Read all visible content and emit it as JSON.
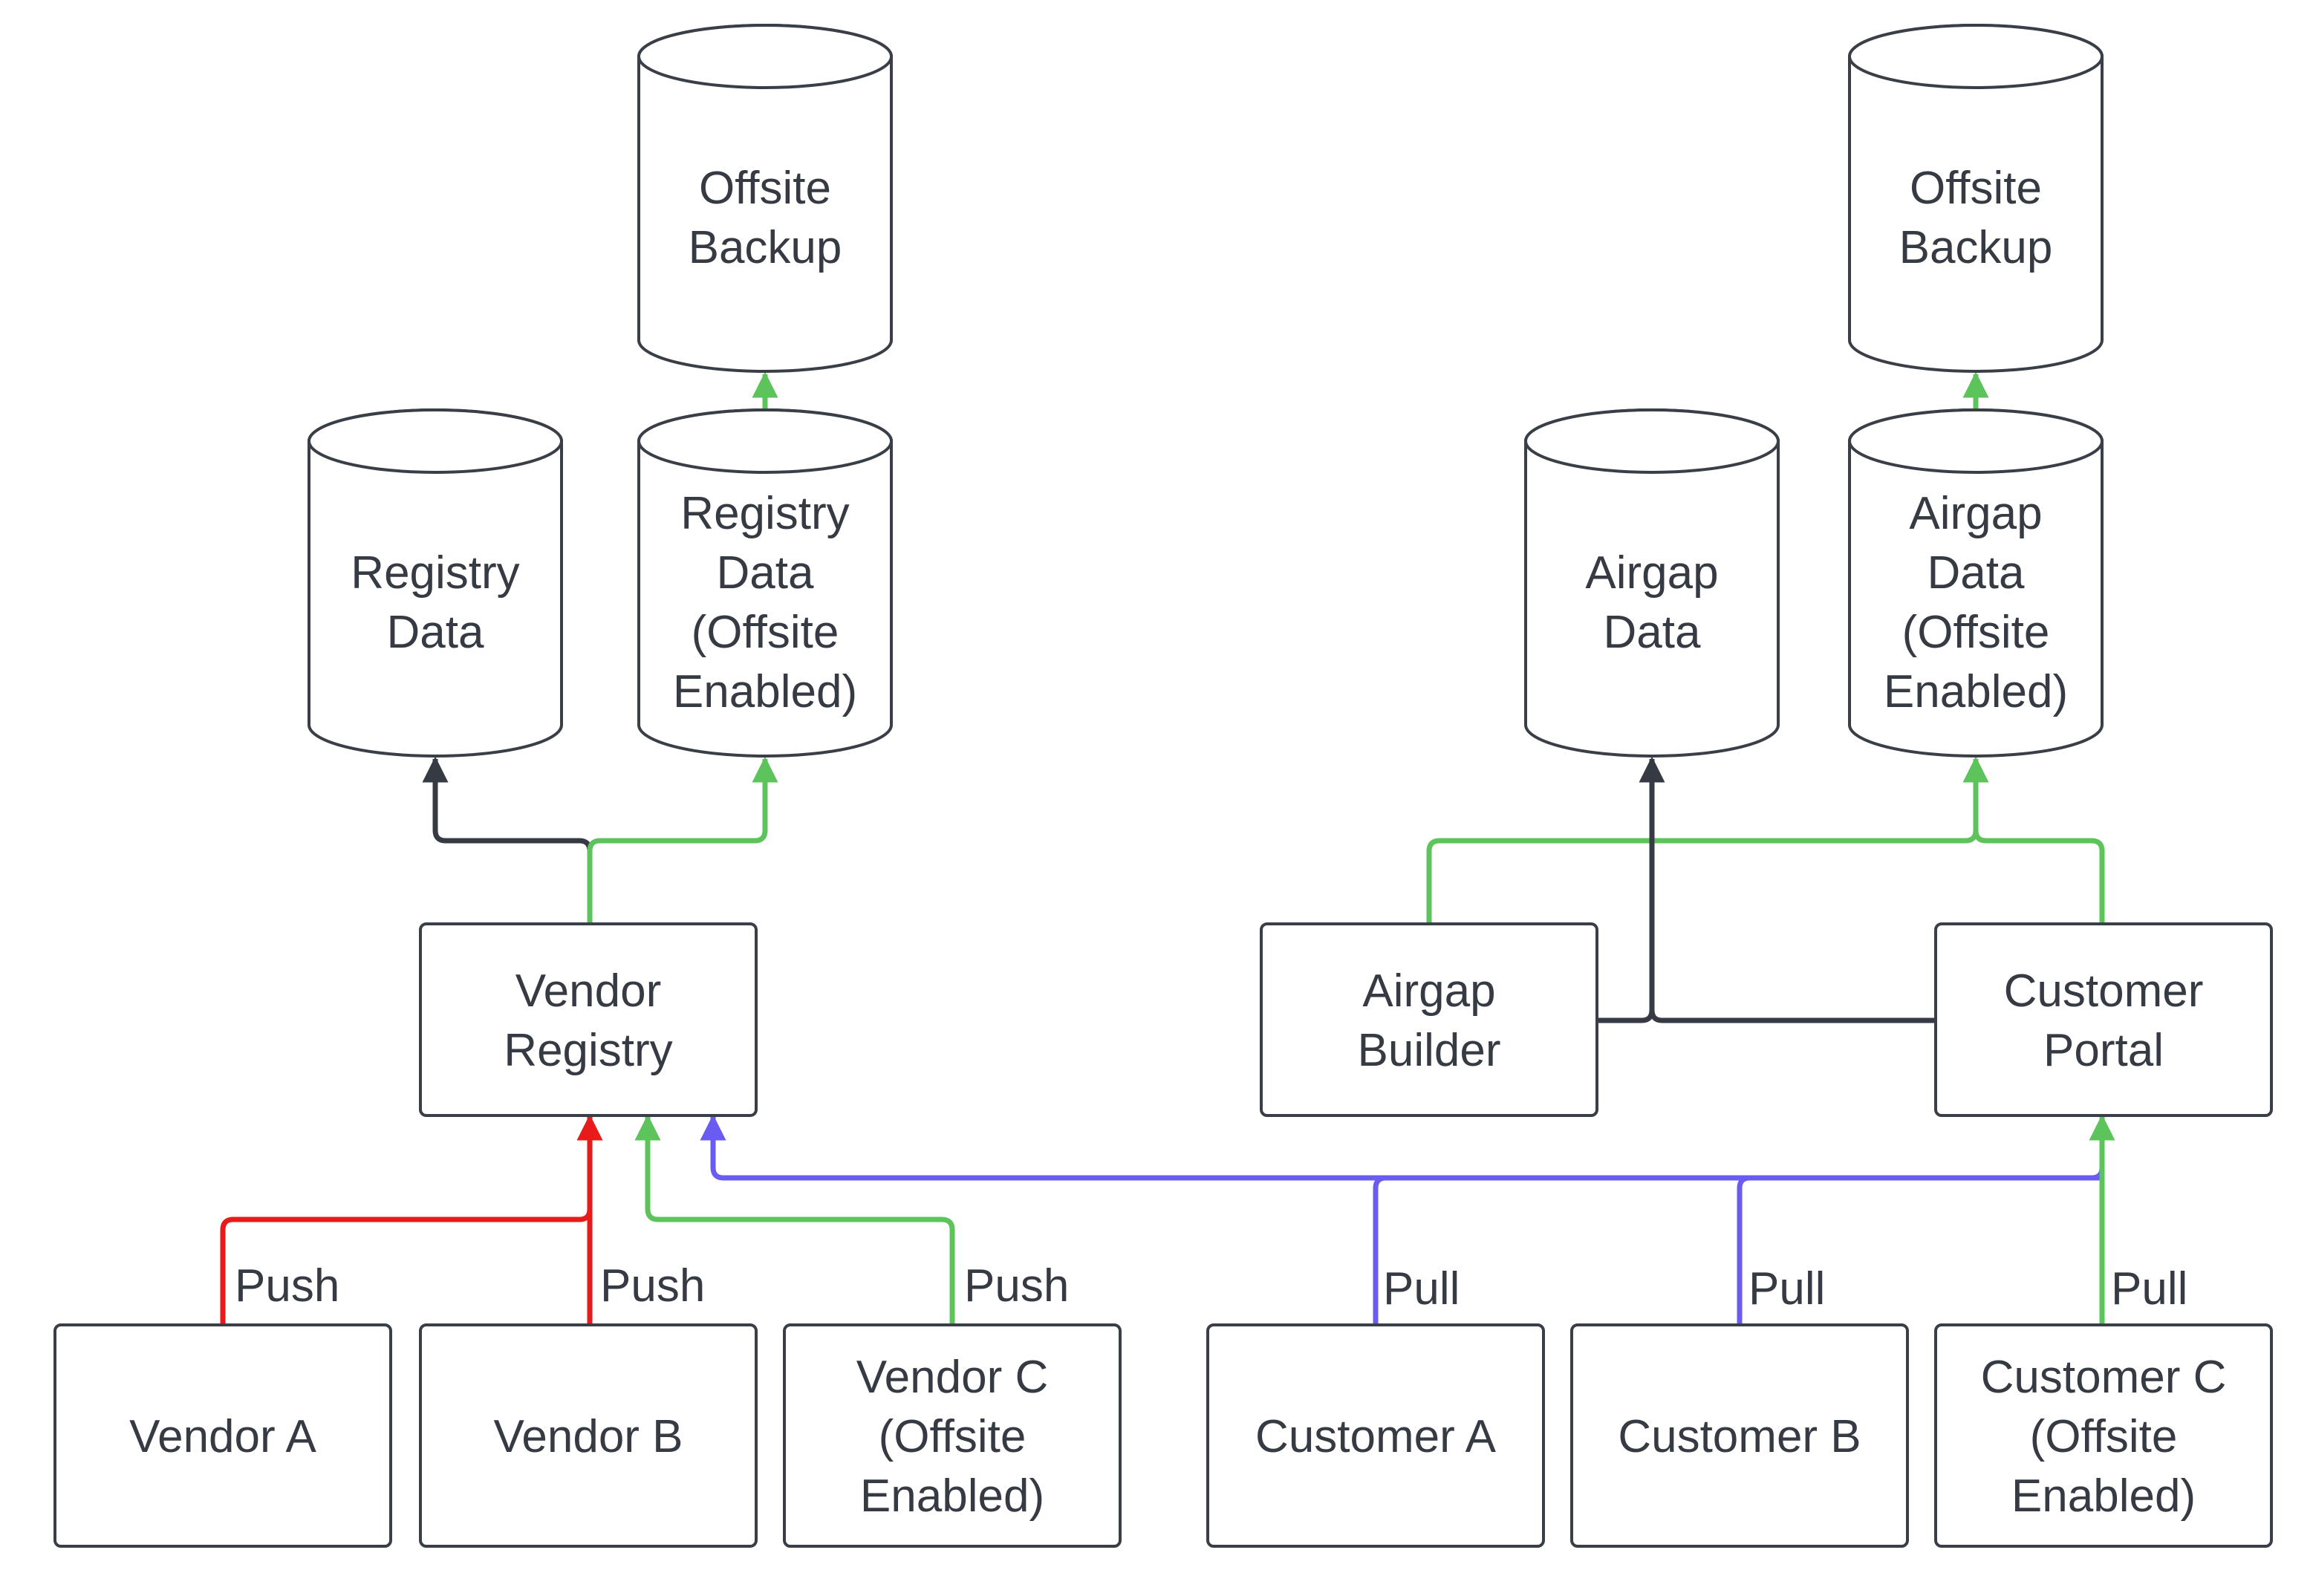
{
  "colors": {
    "red": "#e81a1a",
    "green": "#5cc45a",
    "blue": "#6a5cf2",
    "dark": "#363b43"
  },
  "nodes": {
    "offsite_backup_left": [
      "Offsite",
      "Backup"
    ],
    "registry_data": [
      "Registry",
      "Data"
    ],
    "registry_data_offsite": [
      "Registry",
      "Data",
      "(Offsite",
      "Enabled)"
    ],
    "vendor_registry": [
      "Vendor",
      "Registry"
    ],
    "vendor_a": [
      "Vendor A"
    ],
    "vendor_b": [
      "Vendor B"
    ],
    "vendor_c": [
      "Vendor C",
      "(Offsite",
      "Enabled)"
    ],
    "offsite_backup_right": [
      "Offsite",
      "Backup"
    ],
    "airgap_data": [
      "Airgap",
      "Data"
    ],
    "airgap_data_offsite": [
      "Airgap",
      "Data",
      "(Offsite",
      "Enabled)"
    ],
    "airgap_builder": [
      "Airgap",
      "Builder"
    ],
    "customer_portal": [
      "Customer",
      "Portal"
    ],
    "customer_a": [
      "Customer A"
    ],
    "customer_b": [
      "Customer B"
    ],
    "customer_c": [
      "Customer C",
      "(Offsite",
      "Enabled)"
    ]
  },
  "edge_labels": {
    "vendor_a": "Push",
    "vendor_b": "Push",
    "vendor_c": "Push",
    "customer_a": "Pull",
    "customer_b": "Pull",
    "customer_c": "Pull"
  }
}
